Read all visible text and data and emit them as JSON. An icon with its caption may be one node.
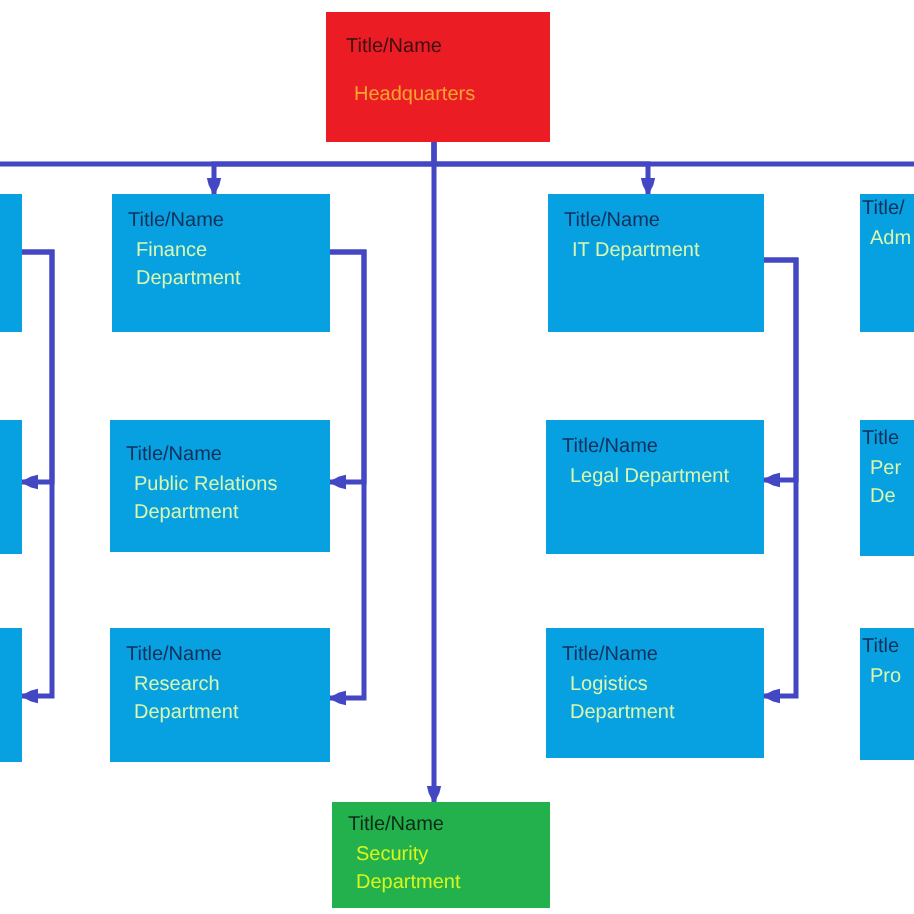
{
  "diagram": {
    "nodes": [
      {
        "text": [
          "Title/Name",
          "Headquarters"
        ]
      },
      {
        "text": [],
        "shape": "box"
      },
      {
        "text": [
          "Title/Name",
          "Finance Department"
        ]
      },
      {
        "text": [
          "Title/Name",
          "IT Department"
        ]
      },
      {
        "text": [
          "Title/",
          "Adm"
        ]
      },
      {
        "text": [],
        "shape": "box"
      },
      {
        "text": [
          "Title/Name",
          "Public Relations Department"
        ]
      },
      {
        "text": [
          "Title/Name",
          "Legal Department"
        ]
      },
      {
        "text": [
          "Title",
          "Per De"
        ]
      },
      {
        "text": [],
        "shape": "box"
      },
      {
        "text": [
          "Title/Name",
          "Research Department"
        ]
      },
      {
        "text": [
          "Title/Name",
          "Logistics Department"
        ]
      },
      {
        "text": [
          "Title",
          "Pro"
        ]
      },
      {
        "text": [
          "Title/Name",
          "Security Department"
        ]
      }
    ],
    "edges": [
      {
        "from": 0,
        "to": 2,
        "arrow": "to"
      },
      {
        "from": 0,
        "to": 3,
        "arrow": "to"
      },
      {
        "from": 0,
        "to": 13,
        "arrow": "to"
      },
      {
        "from": 1,
        "to": 5,
        "arrow": "to"
      },
      {
        "from": 1,
        "to": 9,
        "arrow": "to"
      },
      {
        "from": 2,
        "to": 6,
        "arrow": "to"
      },
      {
        "from": 2,
        "to": 10,
        "arrow": "to"
      },
      {
        "from": 3,
        "to": 7,
        "arrow": "to"
      },
      {
        "from": 3,
        "to": 11,
        "arrow": "to"
      }
    ]
  }
}
